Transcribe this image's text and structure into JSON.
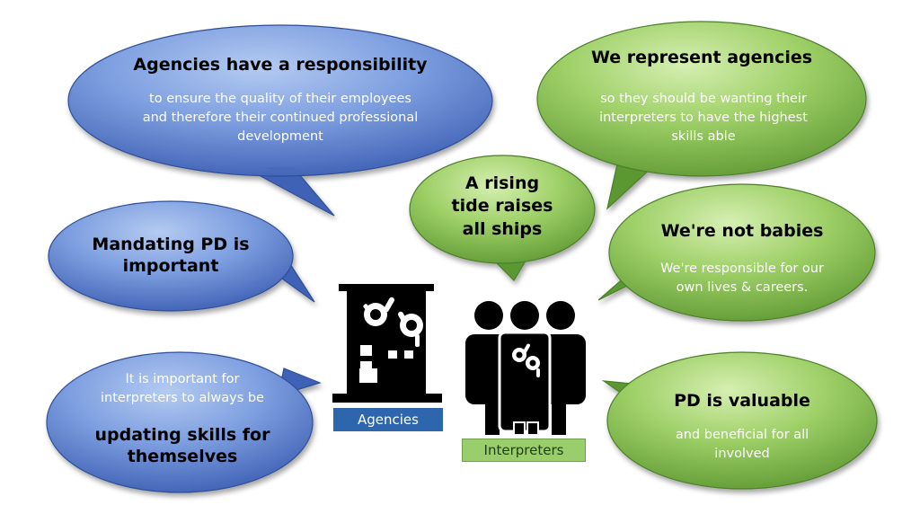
{
  "colors": {
    "blue_light": "#a9c1ec",
    "blue_dark": "#3c5fb4",
    "green_light": "#cfeaa8",
    "green_dark": "#5e9a32",
    "icon": "#000000",
    "agency_label_bg": "#2e66ae",
    "interp_label_bg": "#9acd6c"
  },
  "bubbles": {
    "agency_responsibility": {
      "heading": "Agencies have a responsibility",
      "body": "to ensure the quality of their employees and therefore their continued professional development"
    },
    "mandating_pd": {
      "heading": "Mandating PD is important"
    },
    "updating_skills": {
      "body": "It is important for interpreters to always be",
      "heading": "updating skills for themselves"
    },
    "represent_agencies": {
      "heading": "We represent agencies",
      "body": "so they should be wanting their interpreters to have the highest skills able"
    },
    "rising_tide": {
      "heading": "A rising tide raises all ships"
    },
    "not_babies": {
      "heading": "We're not babies",
      "body": "We're responsible for our own lives & careers."
    },
    "pd_valuable": {
      "heading": "PD is valuable",
      "body": "and beneficial for all involved"
    }
  },
  "labels": {
    "agencies": "Agencies",
    "interpreters": "Interpreters"
  },
  "icons": {
    "agency": "building-with-signing-hands-icon",
    "interpreters": "group-of-people-with-signing-hands-icon"
  }
}
